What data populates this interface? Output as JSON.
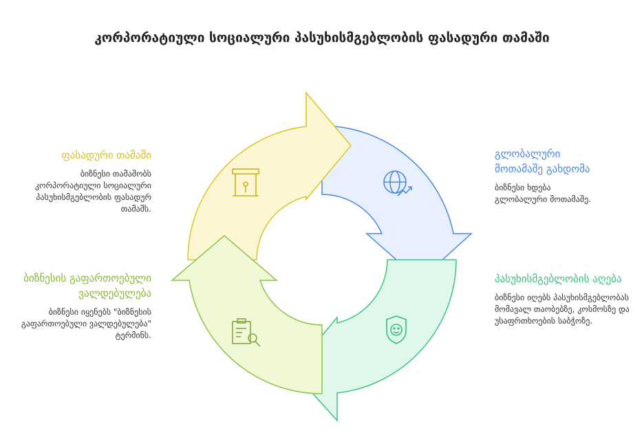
{
  "title": "კორპორატიული სოციალური პასუხისმგებლობის ფასადური თამაში",
  "colors": {
    "yellow": "#d9bf1e",
    "blue": "#4a86e8",
    "green": "#35c17a",
    "lightgreen": "#86b833"
  },
  "steps": [
    {
      "heading": "ფასადური თამაში",
      "description": "ბიზნესი თამაშობს კორპორატიული სოციალური პასუხისმგებლობის ფასადურ თამაშს.",
      "icon": "stage-icon"
    },
    {
      "heading": "გლობალური მოთამაშე გახდომა",
      "description": "ბიზნესი ხდება გლობალური მოთამაშე.",
      "icon": "globe-growth-icon"
    },
    {
      "heading": "პასუხისმგებლობის აღება",
      "description": "ბიზნესი იღებს პასუხისმგებლობას მომავალ თაობებზე, კოსმოსზე და უსაფრთხოების საბჭოზე.",
      "icon": "shield-face-icon"
    },
    {
      "heading": "ბიზნესის გაფართოებული ვალდებულება",
      "description": "ბიზნესი იყენებს \"ბიზნესის გაფართოებული ვალდებულება\" ტერმინს.",
      "icon": "clipboard-search-icon"
    }
  ]
}
